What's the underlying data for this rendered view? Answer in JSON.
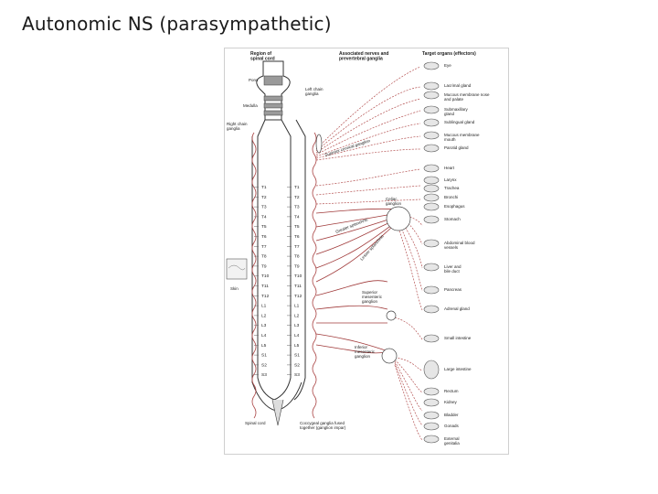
{
  "slide": {
    "title": "Autonomic NS (parasympathetic)"
  },
  "diagram": {
    "headers": {
      "spinal": "Region of spinal cord",
      "nerves": "Associated nerves and prevertebral ganglia",
      "targets": "Target organs (effectors)"
    },
    "left_labels": {
      "pons": "Pons",
      "medulla": "Medulla",
      "right_chain": "Right chain ganglia",
      "left_chain": "Left chain ganglia",
      "skin": "Skin",
      "spinal_cord": "Spinal cord",
      "coccygeal": "Coccygeal ganglia fused together (ganglion impar)"
    },
    "segments": [
      "T1",
      "T2",
      "T3",
      "T4",
      "T5",
      "T6",
      "T7",
      "T8",
      "T9",
      "T10",
      "T11",
      "T12",
      "L1",
      "L2",
      "L3",
      "L4",
      "L5",
      "S1",
      "S2",
      "S3"
    ],
    "nerve_labels": {
      "superior_cervical": "Superior cervical ganglion",
      "greater_splanchnic": "Greater splanchnic",
      "lesser_splanchnic": "Lesser splanchnic",
      "celiac": "Celiac ganglion",
      "superior_mesenteric": "Superior mesenteric ganglion",
      "inferior_mesenteric": "Inferior mesenteric ganglion"
    },
    "targets": [
      "Eye",
      "Lacrimal gland",
      "Mucous membrane nose and palate",
      "Submaxillary gland",
      "Sublingual gland",
      "Mucous membrane mouth",
      "Parotid gland",
      "Heart",
      "Larynx",
      "Trachea",
      "Bronchi",
      "Esophagus",
      "Stomach",
      "Abdominal blood vessels",
      "Liver and bile duct",
      "Pancreas",
      "Adrenal gland",
      "Small intestine",
      "Large intestine",
      "Rectum",
      "Kidney",
      "Bladder",
      "Gonads",
      "External genitalia"
    ]
  }
}
